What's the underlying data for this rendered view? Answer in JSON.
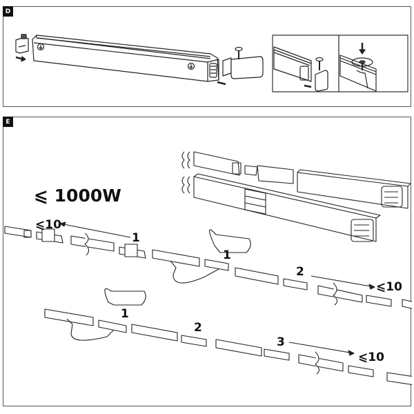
{
  "panels": [
    {
      "id": "D",
      "label": "D"
    },
    {
      "id": "E",
      "label": "E"
    }
  ],
  "power_limit": {
    "symbol": "⩽",
    "value": "1000W",
    "text": "⩽ 1000W"
  },
  "runs": [
    {
      "step": "1",
      "limit": "⩽10"
    },
    {
      "step": "2",
      "limit": "⩽10"
    },
    {
      "step": "3",
      "limit": "⩽10"
    }
  ],
  "feed_labels": [
    "1",
    "1"
  ],
  "colors": {
    "line": "#222222",
    "panel_border": "#555555",
    "tag_bg": "#111111",
    "tag_fg": "#ffffff"
  }
}
